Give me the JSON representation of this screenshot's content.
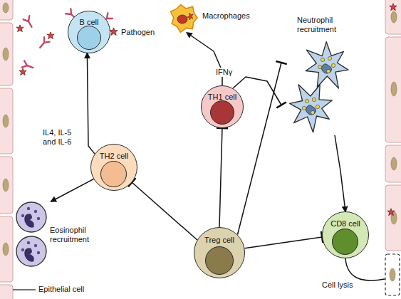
{
  "diagram": {
    "nodes": [
      {
        "text": [
          "Macrophages"
        ]
      },
      {
        "text": [
          "B cell"
        ]
      },
      {
        "text": [
          "Neutrophil recruitment"
        ]
      },
      {
        "text": [
          "TH1 cell"
        ]
      },
      {
        "text": [
          "TH2 cell"
        ]
      },
      {
        "text": [
          "CD8 cell"
        ]
      },
      {
        "text": [
          "Eosinophil recruitment"
        ]
      },
      {
        "text": [
          "Treg cell"
        ]
      }
    ],
    "edges": [
      {
        "from": 4,
        "to": 1,
        "arrow": "to",
        "label": "IL4, IL-5 and IL-6"
      },
      {
        "from": 4,
        "to": 6,
        "arrow": "to"
      },
      {
        "from": 3,
        "to": 0,
        "arrow": "to",
        "label": "IFNγ"
      },
      {
        "from": 3,
        "to": 2,
        "arrow": "to"
      },
      {
        "from": 7,
        "to": 4,
        "arrow": "to"
      },
      {
        "from": 7,
        "to": 3,
        "arrow": "to"
      },
      {
        "from": 7,
        "to": 2,
        "arrow": "to"
      },
      {
        "from": 2,
        "to": 5,
        "arrow": "to"
      },
      {
        "from": 7,
        "to": 5,
        "arrow": "to"
      }
    ],
    "labels": [
      "Pathogen",
      "Cell lysis",
      "Epithelial cell"
    ]
  }
}
